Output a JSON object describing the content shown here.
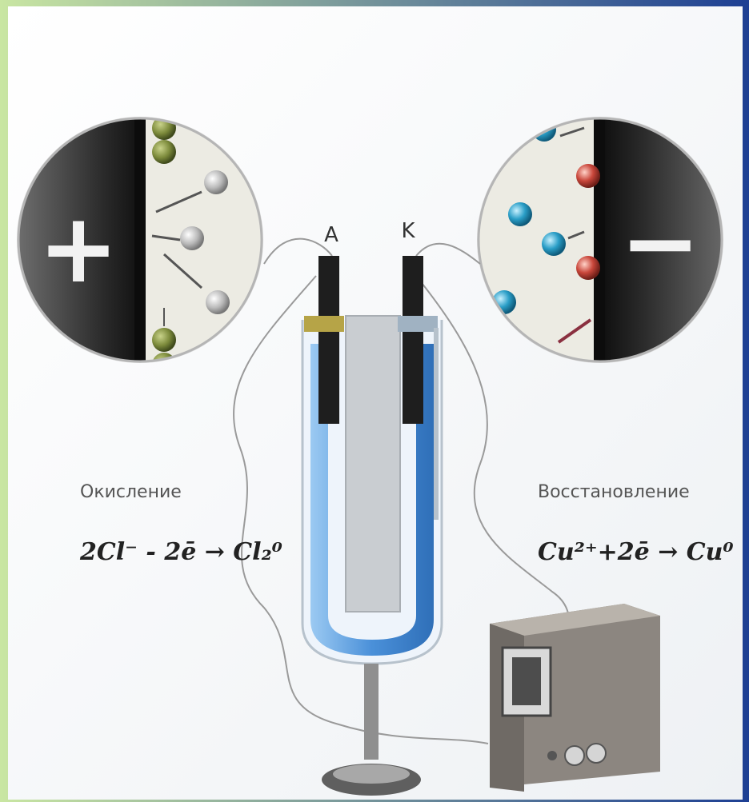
{
  "diagram": {
    "anode_label": "A",
    "cathode_label": "K",
    "anode_sign": "+",
    "cathode_sign": "−",
    "left_caption": "Окисление",
    "left_equation": "2Cl⁻ - 2ē → Cl₂⁰",
    "right_caption": "Восстановление",
    "right_equation": "Cu²⁺+2ē → Cu⁰"
  },
  "colors": {
    "background_blue": "#1d3f93",
    "panel": "#f4f6f8",
    "electrode_dark": "#2b2b2b",
    "electrolyte": "#4a90d9",
    "chloride_green": "#7c8a3b",
    "copper_ion_cyan": "#2a9ec7",
    "copper_atom_red": "#c9473b"
  },
  "icons": [
    "plus-icon",
    "minus-icon",
    "power-supply-icon",
    "u-tube-icon"
  ]
}
